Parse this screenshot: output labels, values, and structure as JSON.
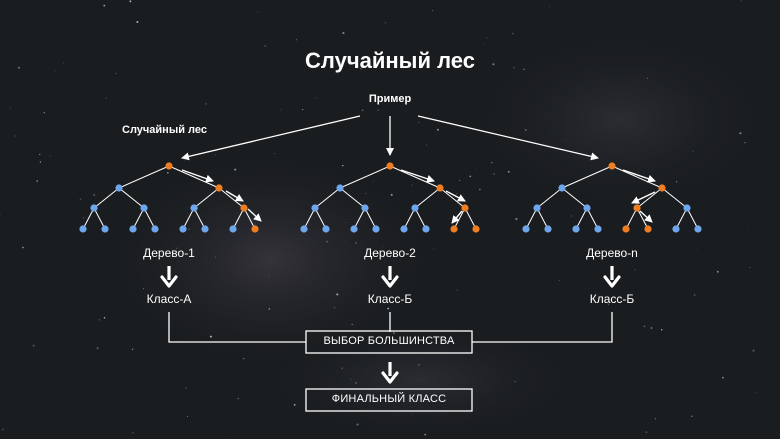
{
  "title": "Случайный лес",
  "example_label": "Пример",
  "forest_label": "Случайный лес",
  "trees": [
    {
      "name": "Дерево-1",
      "class": "Класс-А"
    },
    {
      "name": "Дерево-2",
      "class": "Класс-Б"
    },
    {
      "name": "Дерево-n",
      "class": "Класс-Б"
    }
  ],
  "majority_vote": "ВЫБОР БОЛЬШИНСТВА",
  "final_class": "ФИНАЛЬНЫЙ КЛАСС",
  "colors": {
    "background": "#1b1e21",
    "node_blue": "#6ea6ec",
    "node_orange": "#ef7d22",
    "line": "#ffffff"
  }
}
